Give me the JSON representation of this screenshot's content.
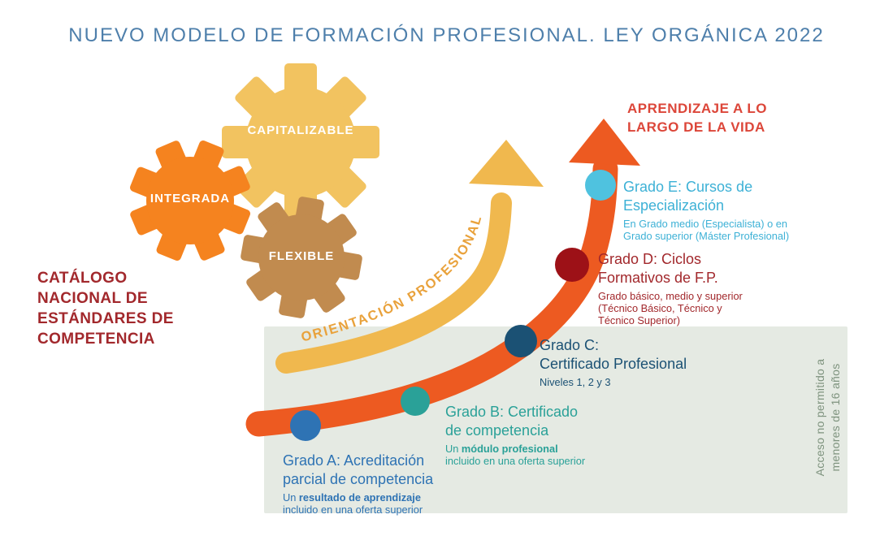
{
  "header": {
    "title": "NUEVO MODELO DE FORMACIÓN PROFESIONAL. LEY ORGÁNICA 2022"
  },
  "catalog": {
    "label": "CATÁLOGO\nNACIONAL DE\nESTÁNDARES DE\nCOMPETENCIA"
  },
  "gears": {
    "capitalizable": "CAPITALIZABLE",
    "integrada": "INTEGRADA",
    "flexible": "FLEXIBLE"
  },
  "orientation": {
    "label": "ORIENTACIÓN PROFESIONAL"
  },
  "lifelong": {
    "label": "APRENDIZAJE A LO\nLARGO DE LA VIDA"
  },
  "restriction": {
    "label": "Acceso no permitido a\nmenores de 16 años"
  },
  "grades": {
    "a": {
      "title": "Grado A: Acreditación\nparcial de competencia",
      "sub_prefix": "Un ",
      "sub_bold": "resultado de aprendizaje",
      "sub_rest": "\nincluido en una oferta superior"
    },
    "b": {
      "title": "Grado B: Certificado\nde competencia",
      "sub_prefix": "Un ",
      "sub_bold": "módulo profesional",
      "sub_rest": "\nincluido en una oferta superior"
    },
    "c": {
      "title": "Grado C:\nCertificado Profesional",
      "sub": "Niveles 1, 2 y 3"
    },
    "d": {
      "title": "Grado D: Ciclos\nFormativos de F.P.",
      "sub": "Grado básico, medio y superior\n(Técnico Básico, Técnico y\nTécnico Superior)"
    },
    "e": {
      "title": "Grado E: Cursos de\nEspecialización",
      "sub": "En Grado medio (Especialista) o en\nGrado superior (Máster Profesional)"
    }
  },
  "colors": {
    "title_blue": "#4E7FAB",
    "dark_red": "#A2282C",
    "bright_red": "#DC4639",
    "orange_arrow": "#ED5A21",
    "yellow_arrow": "#F0B84E",
    "orientation_text": "#E9A23C",
    "gear_yellow": "#F2C360",
    "gear_orange": "#F5831F",
    "gear_tan": "#C18B4F",
    "grade_a": "#2E73B4",
    "grade_b": "#2AA198",
    "grade_c": "#1B5174",
    "grade_d": "#A2282C",
    "grade_e": "#3DB1D6",
    "dot_d": "#9D1117",
    "dot_e": "#4FC2DF",
    "panel_green": "#E5EAE3",
    "restriction_text": "#7E937E"
  }
}
